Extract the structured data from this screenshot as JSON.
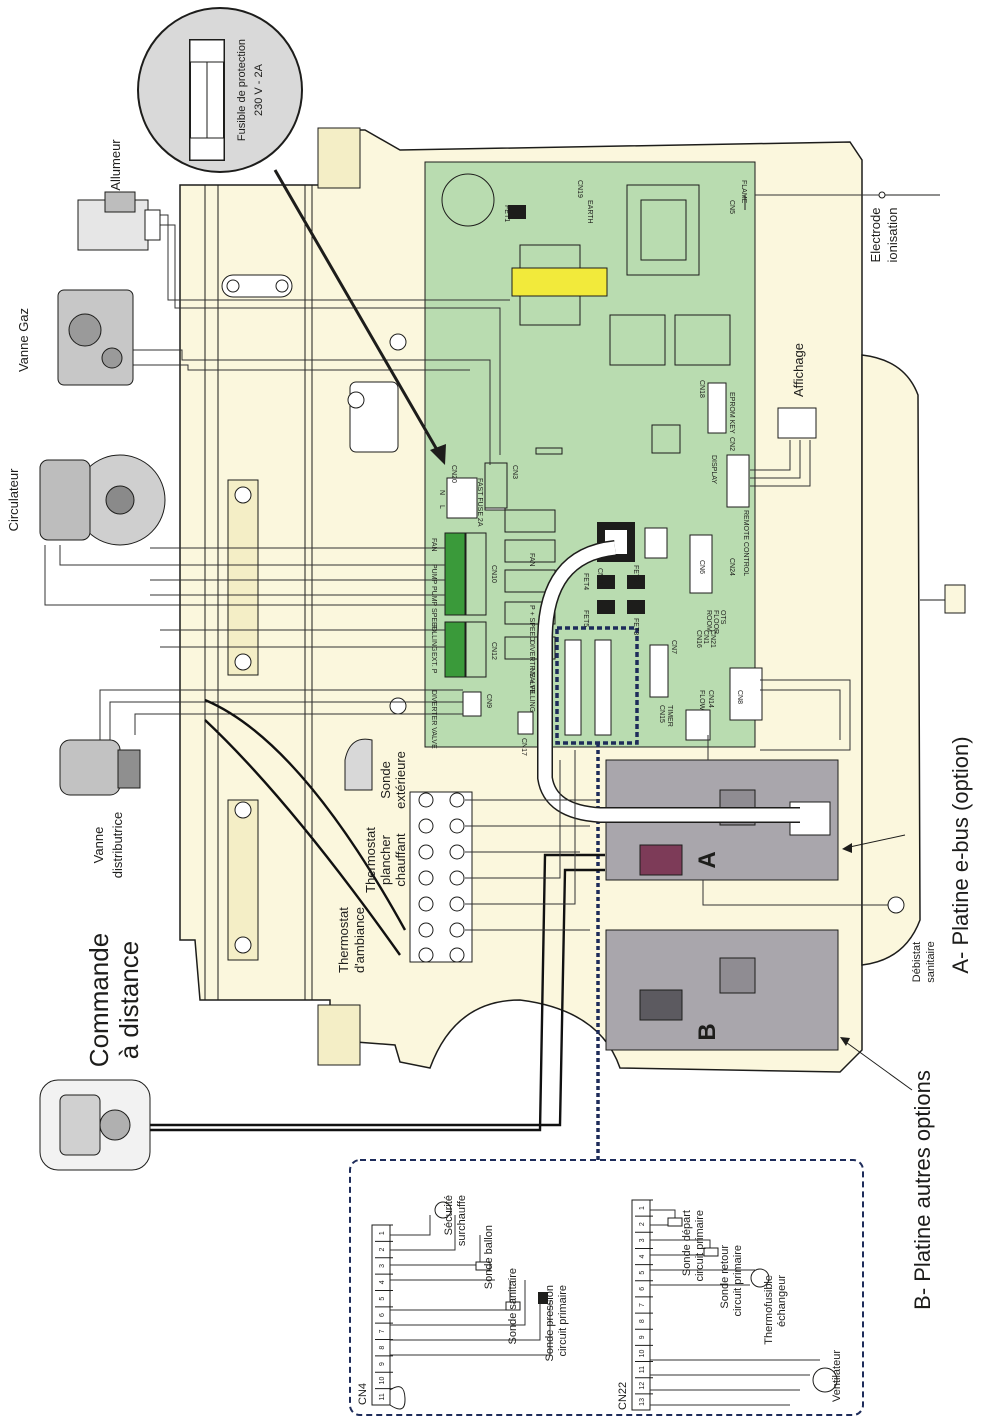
{
  "fuse": {
    "label": "Fusible de protection",
    "rating": "230 V - 2A"
  },
  "components": {
    "allumeur": "Allumeur",
    "vanne_gaz": "Vanne Gaz",
    "circulateur": "Circulateur",
    "vanne_distributrice_1": "Vanne",
    "vanne_distributrice_2": "distributrice",
    "electrode_1": "Electrode",
    "electrode_2": "ionisation",
    "affichage": "Affichage",
    "debistat_1": "Débistat",
    "debistat_2": "sanitaire",
    "ventilateur": "Ventilateur"
  },
  "remote": {
    "line1": "Commande",
    "line2": "à distance"
  },
  "terminals": {
    "thermostat_ambiance_1": "Thermostat",
    "thermostat_ambiance_2": "d'ambiance",
    "thermostat_plancher_1": "Thermostat",
    "thermostat_plancher_2": "plancher",
    "thermostat_plancher_3": "chauffant",
    "sonde_ext_1": "Sonde",
    "sonde_ext_2": "extérieure"
  },
  "options": {
    "a_title": "A- Platine e-bus (option)",
    "b_title": "B- Platine autres options",
    "a_letter": "A",
    "b_letter": "B"
  },
  "pcb": {
    "flame": "FLAME",
    "cn5": "CN5",
    "earth": "EARTH",
    "cn19": "CN19",
    "fet1": "FET1",
    "eprom": "EPROM KEY",
    "cn18": "CN18",
    "cn2": "CN2",
    "display": "DISPLAY",
    "remote_control": "REMOTE CONTROL",
    "cn6": "CN6",
    "cn24": "CN24",
    "room": "ROOM",
    "floor": "FLOOR",
    "ots": "OTS",
    "cn16": "CN16",
    "cn1": "CN1",
    "cn21": "CN21",
    "cn7": "CN7",
    "cn15": "CN15",
    "timer": "TIMER",
    "flow": "FLOW",
    "cn14": "CN14",
    "cn8": "CN8",
    "fet2": "FET2",
    "fet3": "FET3",
    "fet4": "FET4",
    "fet5": "FET5",
    "cn11": "CN11",
    "fan_block": "FAN",
    "speed_block": "P + SPEED",
    "diverter_block": "DIVERTR VALVE",
    "filling_block": "NE + FILLING",
    "cn20": "CN20",
    "fast_fuse": "FAST FUSE 2A",
    "cn3": "CN3",
    "cn10": "CN10",
    "cn12": "CN12",
    "cn9": "CN9",
    "cn17": "CN17",
    "cn10_labels": [
      "FAN",
      "PUMP",
      "PUMP SPEED"
    ],
    "cn12_labels": [
      "FILLING",
      "EXT. P"
    ],
    "cn9_label": "DIVERTER VALVE",
    "cn20_n": "N",
    "cn20_l": "L"
  },
  "cn4": {
    "title": "CN4",
    "pins": [
      "11",
      "10",
      "9",
      "8",
      "7",
      "6",
      "5",
      "4",
      "3",
      "2",
      "1"
    ],
    "labels": {
      "securite_1": "Sécurité",
      "securite_2": "surchauffe",
      "ballon": "Sonde ballon",
      "sanitaire": "Sonde sanitaire",
      "pression_1": "Sonde pression",
      "pression_2": "circuit primaire"
    }
  },
  "cn22": {
    "title": "CN22",
    "pins": [
      "13",
      "12",
      "11",
      "10",
      "9",
      "8",
      "7",
      "6",
      "5",
      "4",
      "3",
      "2",
      "1"
    ],
    "labels": {
      "depart_1": "Sonde départ",
      "depart_2": "circuit primaire",
      "retour_1": "Sonde retour",
      "retour_2": "circuit primaire",
      "thermofusible_1": "Thermofusible",
      "thermofusible_2": "échangeur"
    }
  }
}
